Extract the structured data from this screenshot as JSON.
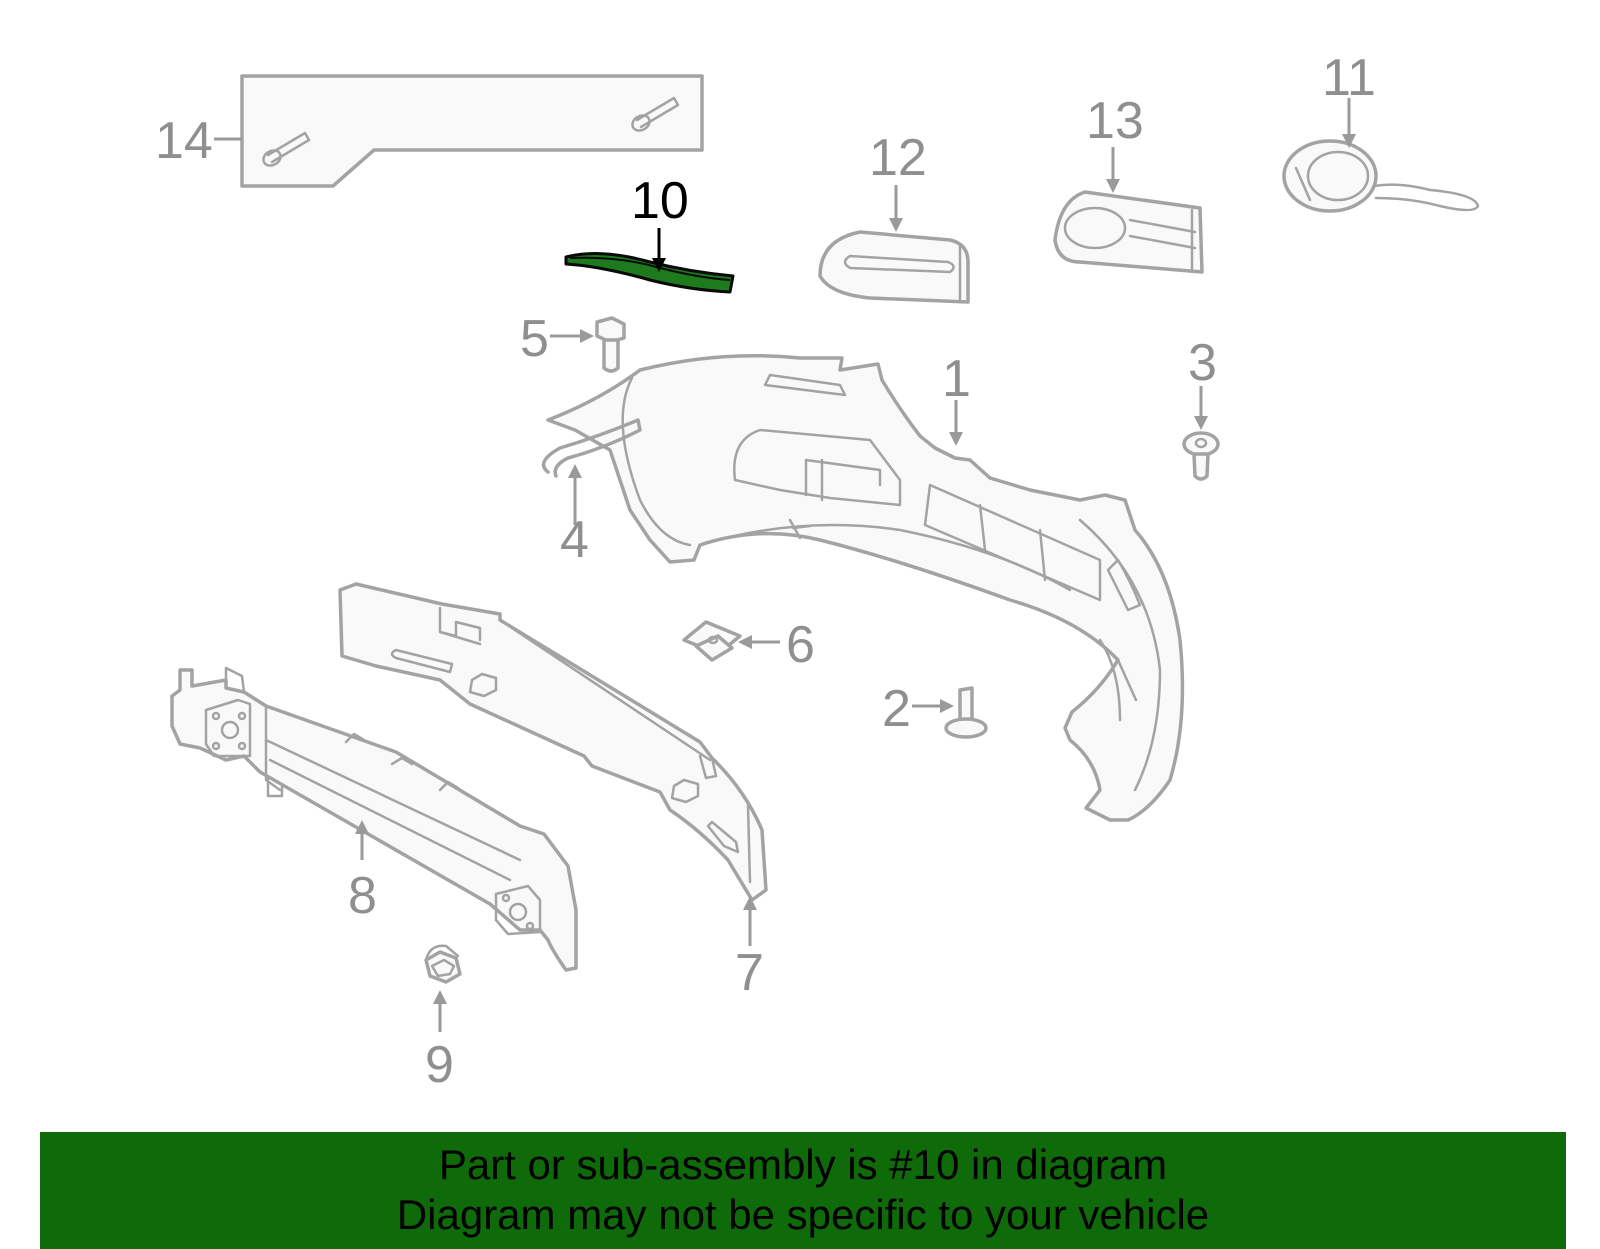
{
  "diagram": {
    "callouts": {
      "c1": "1",
      "c2": "2",
      "c3": "3",
      "c4": "4",
      "c5": "5",
      "c6": "6",
      "c7": "7",
      "c8": "8",
      "c9": "9",
      "c10": "10",
      "c11": "11",
      "c12": "12",
      "c13": "13",
      "c14": "14"
    },
    "highlighted_part": "10",
    "colors": {
      "highlight": "#1d7a1d",
      "banner": "#0f6a0a",
      "line_art": "#a3a3a3"
    }
  },
  "banner": {
    "line1": "Part or sub-assembly is #10 in diagram",
    "line2": "Diagram may not be specific to your vehicle"
  }
}
